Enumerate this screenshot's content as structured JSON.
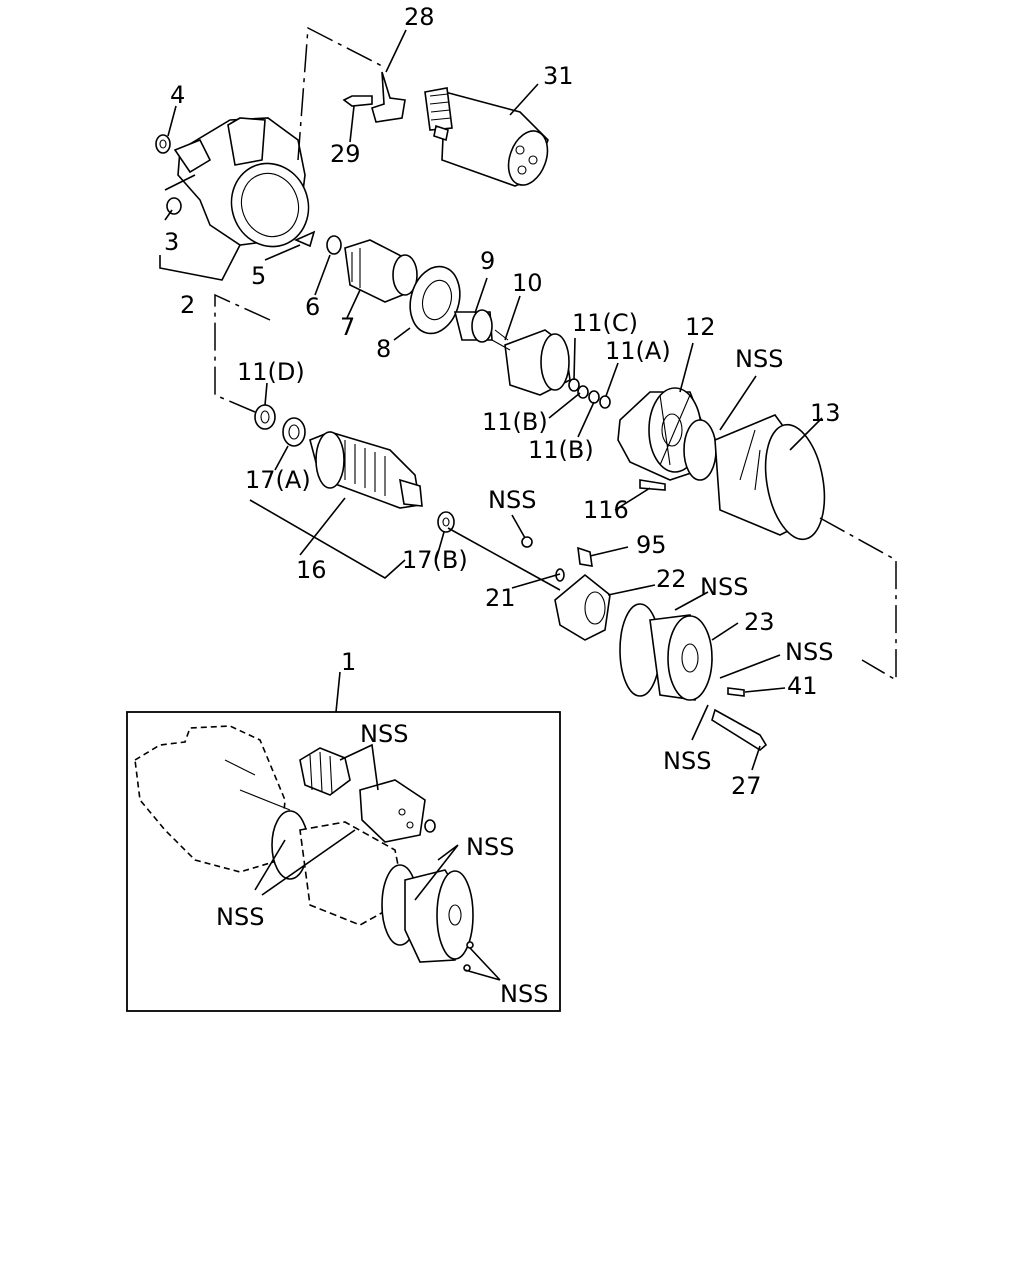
{
  "labels": {
    "p1": "1",
    "p2": "2",
    "p3": "3",
    "p4": "4",
    "p5": "5",
    "p6": "6",
    "p7": "7",
    "p8": "8",
    "p9": "9",
    "p10": "10",
    "p11a": "11(A)",
    "p11b1": "11(B)",
    "p11b2": "11(B)",
    "p11c": "11(C)",
    "p11d": "11(D)",
    "p12": "12",
    "p13": "13",
    "p16": "16",
    "p17a": "17(A)",
    "p17b": "17(B)",
    "p21": "21",
    "p22": "22",
    "p23": "23",
    "p27": "27",
    "p28": "28",
    "p29": "29",
    "p31": "31",
    "p41": "41",
    "p95": "95",
    "p116": "116",
    "nss_12": "NSS",
    "nss_95": "NSS",
    "nss_22": "NSS",
    "nss_23": "NSS",
    "nss_27": "NSS",
    "inset_nss_top": "NSS",
    "inset_nss_right": "NSS",
    "inset_nss_left": "NSS",
    "inset_nss_bottom": "NSS"
  }
}
